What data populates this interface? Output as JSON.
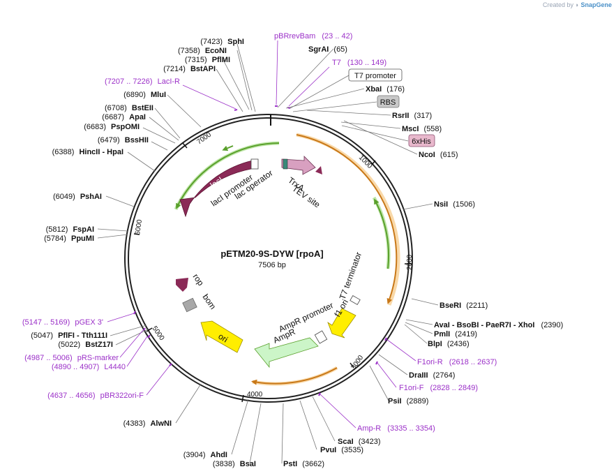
{
  "credit": {
    "prefix": "Created by",
    "brand": "SnapGene"
  },
  "plasmid": {
    "name": "pETM20-9S-DYW [rpoA]",
    "size": "7506 bp"
  },
  "ticks": [
    "1000",
    "2000",
    "3000",
    "4000",
    "5000",
    "6000",
    "7000"
  ],
  "sites": [
    {
      "pos": "(7423)",
      "name": "SphI"
    },
    {
      "pos": "(7358)",
      "name": "EcoNI"
    },
    {
      "pos": "(7315)",
      "name": "PflMI"
    },
    {
      "pos": "(7214)",
      "name": "BstAPI"
    },
    {
      "pos": "(6890)",
      "name": "MluI"
    },
    {
      "pos": "(6708)",
      "name": "BstEII"
    },
    {
      "pos": "(6687)",
      "name": "ApaI"
    },
    {
      "pos": "(6683)",
      "name": "PspOMI"
    },
    {
      "pos": "(6479)",
      "name": "BssHII"
    },
    {
      "pos": "(6388)",
      "name": "HincII  -  HpaI"
    },
    {
      "pos": "(6049)",
      "name": "PshAI"
    },
    {
      "pos": "(5812)",
      "name": "FspAI"
    },
    {
      "pos": "(5784)",
      "name": "PpuMI"
    },
    {
      "pos": "(5047)",
      "name": "PflFI  -  Tth111I"
    },
    {
      "pos": "(5022)",
      "name": "BstZ17I"
    },
    {
      "pos": "(4383)",
      "name": "AlwNI"
    },
    {
      "pos": "(3904)",
      "name": "AhdI"
    },
    {
      "pos": "(3838)",
      "name": "BsaI"
    },
    {
      "pos": "(3662)",
      "name": "PstI"
    },
    {
      "pos": "(3535)",
      "name": "PvuI"
    },
    {
      "pos": "(3423)",
      "name": "ScaI"
    },
    {
      "pos": "(2889)",
      "name": "PsiI"
    },
    {
      "pos": "(2764)",
      "name": "DraIII"
    },
    {
      "pos": "(2436)",
      "name": "BlpI"
    },
    {
      "pos": "(2419)",
      "name": "PmlI"
    },
    {
      "pos": "(2390)",
      "name": "AvaI  -  BsoBI  -  PaeR7I  -  XhoI"
    },
    {
      "pos": "(2211)",
      "name": "BseRI"
    },
    {
      "pos": "(1506)",
      "name": "NsiI"
    },
    {
      "pos": "(615)",
      "name": "NcoI"
    },
    {
      "pos": "(558)",
      "name": "MscI"
    },
    {
      "pos": "(317)",
      "name": "RsrII"
    },
    {
      "pos": "(176)",
      "name": "XbaI"
    },
    {
      "pos": "(65)",
      "name": "SgrAI"
    }
  ],
  "primers": [
    {
      "name": "pBRrevBam",
      "range": "(23 .. 42)"
    },
    {
      "name": "T7",
      "range": "(130 .. 149)"
    },
    {
      "name": "LacI-R",
      "range": "(7207 .. 7226)"
    },
    {
      "name": "F1ori-R",
      "range": "(2618 .. 2637)"
    },
    {
      "name": "F1ori-F",
      "range": "(2828 .. 2849)"
    },
    {
      "name": "Amp-R",
      "range": "(3335 .. 3354)"
    },
    {
      "name": "pBR322ori-F",
      "range": "(4637 .. 4656)"
    },
    {
      "name": "L4440",
      "range": "(4890 .. 4907)"
    },
    {
      "name": "pRS-marker",
      "range": "(4987 .. 5006)"
    },
    {
      "name": "pGEX 3'",
      "range": "(5147 .. 5169)"
    }
  ],
  "boxed_features": [
    {
      "label": "T7 promoter"
    },
    {
      "label": "RBS"
    },
    {
      "label": "6xHis"
    }
  ],
  "features": {
    "lacI": "lacI",
    "lacI_promoter": "lacI promoter",
    "lac_operator": "lac operator",
    "TrxA": "TrxA",
    "TEV_site": "TEV site",
    "rop": "rop",
    "bom": "bom",
    "ori": "ori",
    "AmpR": "AmpR",
    "AmpR_promoter": "AmpR promoter",
    "f1_ori": "f1 ori",
    "T7_terminator": "T7 terminator"
  },
  "colors": {
    "primer": "#9b30c8",
    "lacI": "#8b2a57",
    "green_orf": "#5aa02c",
    "orange_orf": "#e8a23a",
    "ori": "#ffee00",
    "ampR": "#ccf5c8",
    "trxA": "#d8a0c0",
    "rop": "#8b2a57",
    "bom": "#a8a8a8",
    "ring": "#222222"
  }
}
